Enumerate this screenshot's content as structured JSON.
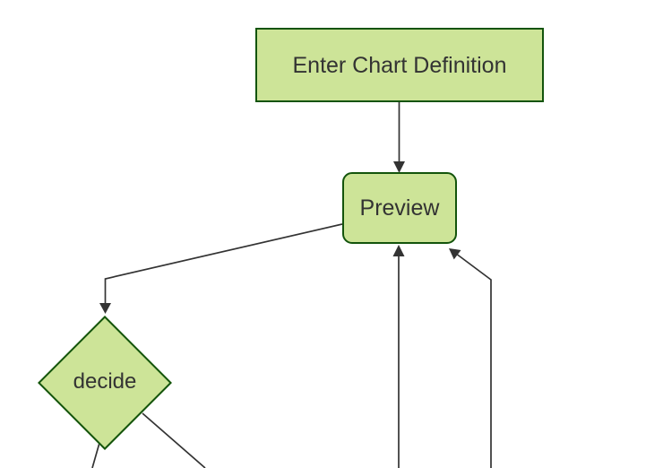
{
  "diagram": {
    "type": "flowchart",
    "direction": "top-down",
    "nodes": {
      "enter": {
        "id": "enter-chart-definition",
        "label": "Enter Chart Definition",
        "shape": "rectangle"
      },
      "preview": {
        "id": "preview",
        "label": "Preview",
        "shape": "rounded-rectangle"
      },
      "decide": {
        "id": "decide",
        "label": "decide",
        "shape": "diamond"
      }
    },
    "edges": [
      {
        "from": "enter-chart-definition",
        "to": "preview",
        "arrow": true
      },
      {
        "from": "preview",
        "to": "decide",
        "arrow": true
      },
      {
        "from": "offscreen-bottom",
        "to": "preview",
        "arrow": true
      },
      {
        "from": "offscreen-bottom-right",
        "to": "preview",
        "arrow": true
      },
      {
        "from": "decide",
        "to": "offscreen-bottom-left",
        "arrow": false
      },
      {
        "from": "decide",
        "to": "offscreen-bottom-right",
        "arrow": false
      }
    ],
    "colors": {
      "background": "#ffffff",
      "node_fill": "#cde498",
      "node_border": "#13540c",
      "edge_line": "#333333",
      "node_text": "#333333"
    }
  }
}
